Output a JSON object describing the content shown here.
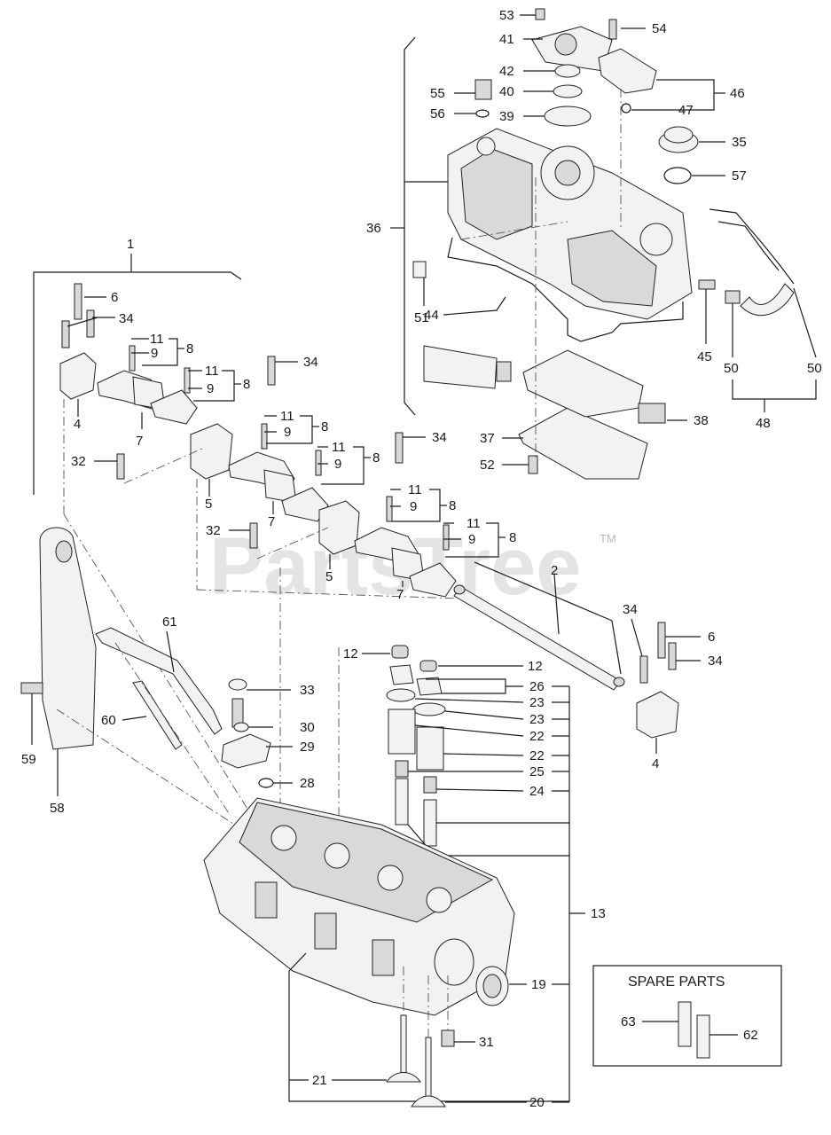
{
  "watermark": {
    "text": "PartsTree",
    "tm": "TM"
  },
  "spare_parts_box": {
    "title": "SPARE  PARTS",
    "labels": [
      "63",
      "62"
    ]
  },
  "callouts": {
    "c53": "53",
    "c54": "54",
    "c41": "41",
    "c42": "42",
    "c40": "40",
    "c39": "39",
    "c55": "55",
    "c56": "56",
    "c46": "46",
    "c47": "47",
    "c35": "35",
    "c57": "57",
    "c36": "36",
    "c51": "51",
    "c44": "44",
    "c45": "45",
    "c50a": "50",
    "c50b": "50",
    "c48": "48",
    "c38": "38",
    "c37": "37",
    "c52": "52",
    "c1": "1",
    "c6a": "6",
    "c34a": "34",
    "c11a": "11",
    "c9a": "9",
    "c8a": "8",
    "c11b": "11",
    "c9b": "9",
    "c8b": "8",
    "c34b": "34",
    "c4a": "4",
    "c7a": "7",
    "c32a": "32",
    "c11c": "11",
    "c9c": "9",
    "c8c": "8",
    "c11d": "11",
    "c9d": "9",
    "c8d": "8",
    "c34c": "34",
    "c5a": "5",
    "c7b": "7",
    "c11e": "11",
    "c9e": "9",
    "c8e": "8",
    "c32b": "32",
    "c11f": "11",
    "c9f": "9",
    "c8f": "8",
    "c5b": "5",
    "c7c": "7",
    "c2": "2",
    "c34d": "34",
    "c6b": "6",
    "c34e": "34",
    "c4b": "4",
    "c61": "61",
    "c12a": "12",
    "c12b": "12",
    "c26": "26",
    "c23a": "23",
    "c23b": "23",
    "c22a": "22",
    "c22b": "22",
    "c25": "25",
    "c24": "24",
    "c33": "33",
    "c60": "60",
    "c30": "30",
    "c29": "29",
    "c28": "28",
    "c59": "59",
    "c58": "58",
    "c13": "13",
    "c19": "19",
    "c31": "31",
    "c21": "21",
    "c20": "20"
  }
}
